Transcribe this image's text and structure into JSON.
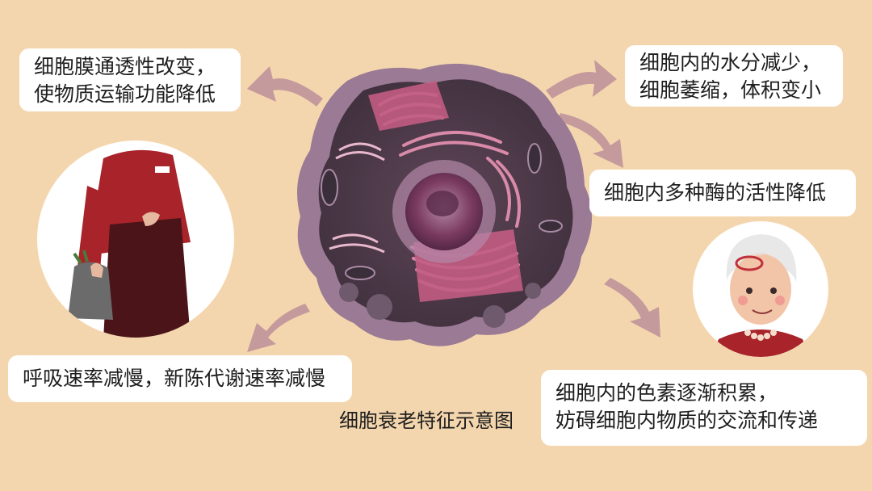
{
  "annotations": {
    "membrane": [
      "细胞膜通透性改变，",
      "使物质运输功能降低"
    ],
    "water": [
      "细胞内的水分减少，",
      "细胞萎缩，体积变小"
    ],
    "enzyme": [
      "细胞内多种酶的活性降低"
    ],
    "respiration": [
      "呼吸速率减慢，新陈代谢速率减慢"
    ],
    "pigment": [
      "细胞内的色素逐渐积累，",
      "妨碍细胞内物质的交流和传递"
    ]
  },
  "caption": "细胞衰老特征示意图",
  "colors": {
    "background": "#f4d6ae",
    "arrow": "#c49a9c",
    "cell_outer": "#8a6a84",
    "cell_inner": "#4e3a4a",
    "nucleus": "#7a3a60"
  }
}
